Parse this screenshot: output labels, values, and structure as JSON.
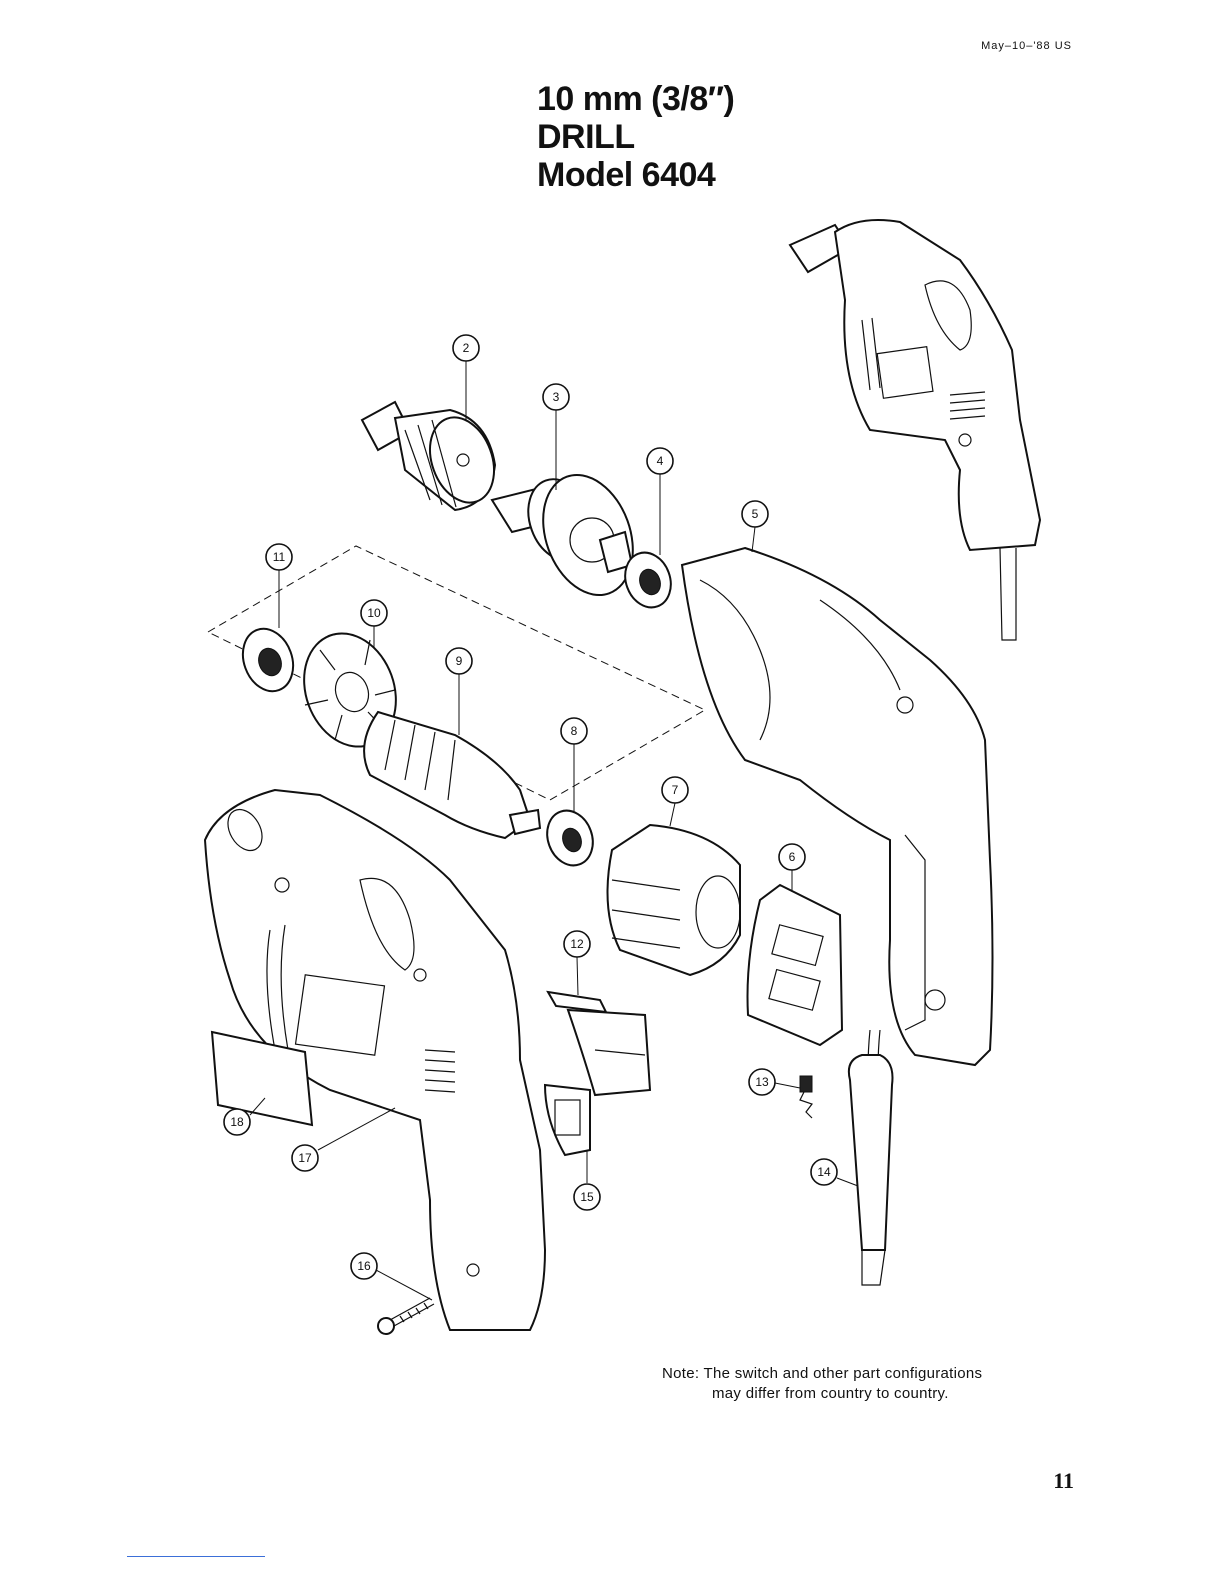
{
  "header": {
    "date_stamp": "May–10–'88 US",
    "title_line1": "10 mm (3/8″)",
    "title_line2": "DRILL",
    "title_line3": "Model 6404"
  },
  "diagram": {
    "callouts": [
      "2",
      "3",
      "4",
      "5",
      "6",
      "7",
      "8",
      "9",
      "10",
      "11",
      "12",
      "13",
      "14",
      "15",
      "16",
      "17",
      "18"
    ]
  },
  "note": {
    "line1": "Note: The switch and other part configurations",
    "line2": "may differ from country to country."
  },
  "page_number": "11"
}
